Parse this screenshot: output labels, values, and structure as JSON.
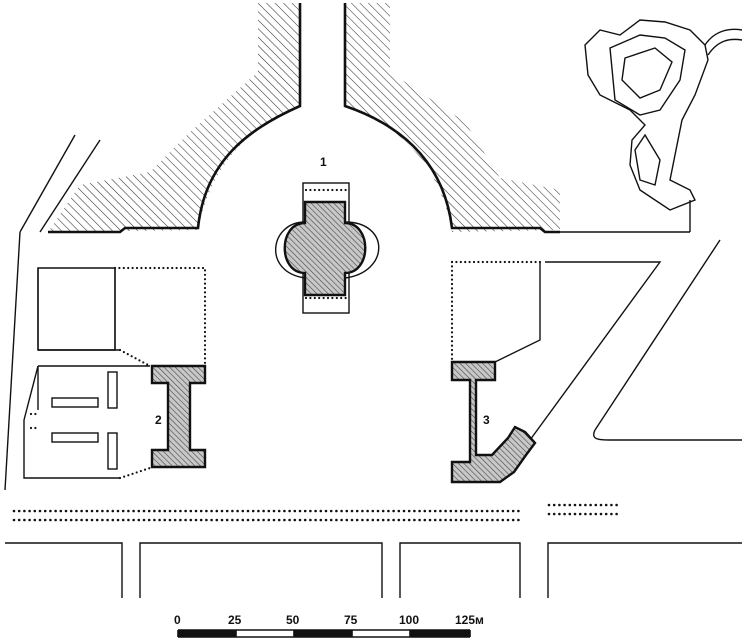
{
  "labels": {
    "building_1": "1",
    "building_2": "2",
    "building_3": "3"
  },
  "scale": {
    "ticks": [
      "0",
      "25",
      "50",
      "75",
      "100",
      "125м"
    ]
  }
}
